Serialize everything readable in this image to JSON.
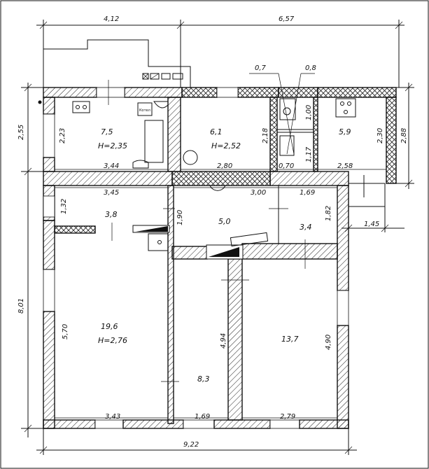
{
  "dimensions": {
    "top_left": "4,12",
    "top_right": "6,57",
    "bottom": "9,22",
    "left_upper": "2,55",
    "left_lower": "8,01",
    "right_upper": "2,88",
    "right_offset": "1,45",
    "d_07": "0,7",
    "d_08": "0,8"
  },
  "rooms": [
    {
      "id": "r1",
      "area": "7,5",
      "height": "H=2,35",
      "side": "2,23",
      "width": "3,44"
    },
    {
      "id": "r2",
      "area": "6,1",
      "height": "H=2,52",
      "side": "2,18",
      "width": "2,80"
    },
    {
      "id": "r3",
      "area": "",
      "side_a": "1,00",
      "side_b": "1,17",
      "width": "0,70"
    },
    {
      "id": "r4",
      "area": "5,9",
      "side": "2,30",
      "width": "2,58"
    },
    {
      "id": "r5",
      "area": "3,8",
      "side": "1,32",
      "width": "3,45",
      "side_b": "1,90"
    },
    {
      "id": "r6",
      "area": "5,0",
      "width": "3,00"
    },
    {
      "id": "r7",
      "area": "3,4",
      "side": "1,82",
      "width": "1,69"
    },
    {
      "id": "r8",
      "area": "19,6",
      "height": "H=2,76",
      "side": "5,70",
      "width": "3,43"
    },
    {
      "id": "r9",
      "area": "8,3",
      "side": "4,94",
      "width": "1,69"
    },
    {
      "id": "r10",
      "area": "13,7",
      "side": "4,90",
      "width": "2,79"
    }
  ],
  "labels": {
    "stove_label": "Котел"
  }
}
